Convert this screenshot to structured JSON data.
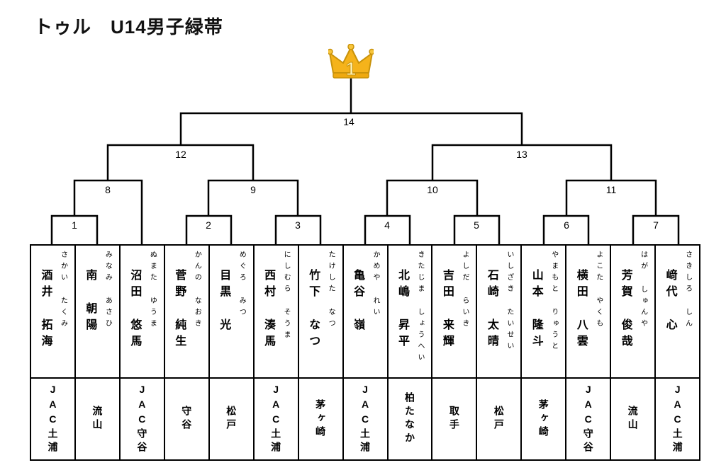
{
  "title": "トゥル　U14男子緑帯",
  "crown": {
    "seed": "1"
  },
  "matches": [
    {
      "label": "1"
    },
    {
      "label": "2"
    },
    {
      "label": "3"
    },
    {
      "label": "4"
    },
    {
      "label": "5"
    },
    {
      "label": "6"
    },
    {
      "label": "7"
    },
    {
      "label": "8"
    },
    {
      "label": "9"
    },
    {
      "label": "10"
    },
    {
      "label": "11"
    },
    {
      "label": "12"
    },
    {
      "label": "13"
    },
    {
      "label": "14"
    }
  ],
  "players": [
    {
      "furigana": "さかい たくみ",
      "name": "酒井 拓海",
      "team": "JAC土浦"
    },
    {
      "furigana": "みなみ あさひ",
      "name": "南 朝陽",
      "team": "流山"
    },
    {
      "furigana": "ぬまた ゆうま",
      "name": "沼田 悠馬",
      "team": "JAC守谷"
    },
    {
      "furigana": "かんの なおき",
      "name": "菅野 純生",
      "team": "守谷"
    },
    {
      "furigana": "めぐろ みつ",
      "name": "目黒 光",
      "team": "松戸"
    },
    {
      "furigana": "にしむら そうま",
      "name": "西村 湊馬",
      "team": "JAC土浦"
    },
    {
      "furigana": "たけした なつ",
      "name": "竹下 なつ",
      "team": "茅ヶ崎"
    },
    {
      "furigana": "かめや れい",
      "name": "亀谷 嶺",
      "team": "JAC土浦"
    },
    {
      "furigana": "きたじま しょうへい",
      "name": "北嶋 昇平",
      "team": "柏たなか"
    },
    {
      "furigana": "よしだ らいき",
      "name": "吉田 来輝",
      "team": "取手"
    },
    {
      "furigana": "いしざき たいせい",
      "name": "石崎 太晴",
      "team": "松戸"
    },
    {
      "furigana": "やまもと りゅうと",
      "name": "山本 隆斗",
      "team": "茅ヶ崎"
    },
    {
      "furigana": "よこた やくも",
      "name": "横田 八雲",
      "team": "JAC守谷"
    },
    {
      "furigana": "はが しゅんや",
      "name": "芳賀 俊哉",
      "team": "流山"
    },
    {
      "furigana": "さきしろ しん",
      "name": "﨑代 心",
      "team": "JAC土浦"
    }
  ],
  "colors": {
    "line": "#000000",
    "crown_gold": "#F5B31B",
    "crown_outline": "#C8920A"
  }
}
